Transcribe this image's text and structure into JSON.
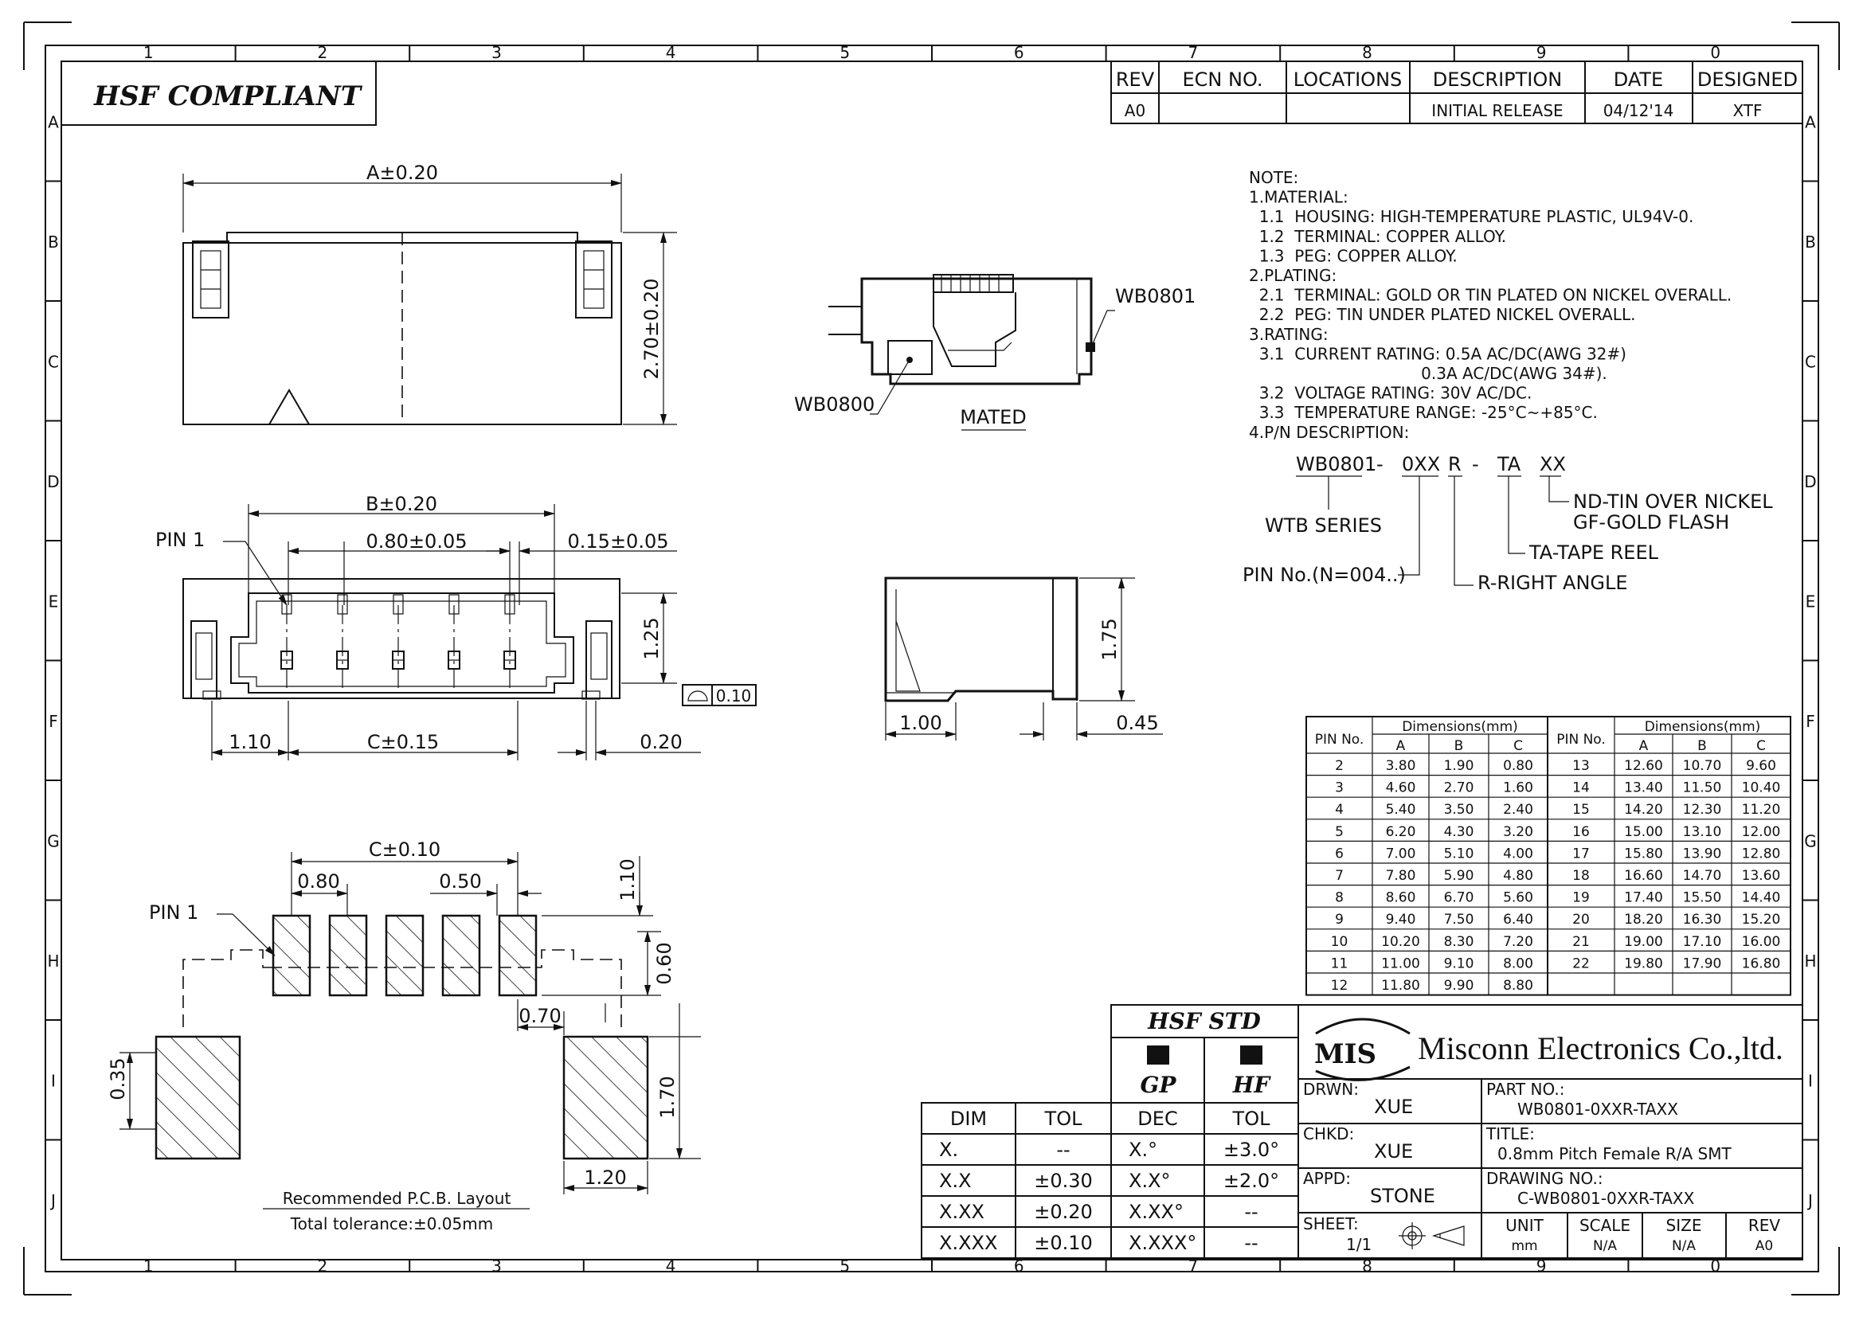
{
  "title_block": {
    "compliance": "HSF COMPLIANT",
    "col_numbers": [
      "1",
      "2",
      "3",
      "4",
      "5",
      "6",
      "7",
      "8",
      "9",
      "0"
    ],
    "row_letters": [
      "A",
      "B",
      "C",
      "D",
      "E",
      "F",
      "G",
      "H",
      "I",
      "J"
    ],
    "revision": {
      "headers": [
        "REV",
        "ECN NO.",
        "LOCATIONS",
        "DESCRIPTION",
        "DATE",
        "DESIGNED"
      ],
      "row": [
        "A0",
        "",
        "",
        "INITIAL RELEASE",
        "04/12'14",
        "XTF"
      ]
    },
    "company": "Misconn Electronics Co.,ltd.",
    "logo_text": "MIS",
    "hsf_std": "HSF STD",
    "gp": "GP",
    "hf": "HF",
    "drwn_label": "DRWN:",
    "drwn": "XUE",
    "chkd_label": "CHKD:",
    "chkd": "XUE",
    "appd_label": "APPD:",
    "appd": "STONE",
    "sheet_label": "SHEET:",
    "sheet": "1/1",
    "part_no_label": "PART NO.:",
    "part_no": "WB0801-0XXR-TAXX",
    "title_label": "TITLE:",
    "title": "0.8mm Pitch Female R/A SMT",
    "drawing_no_label": "DRAWING NO.:",
    "drawing_no": "C-WB0801-0XXR-TAXX",
    "unit_label": "UNIT",
    "unit": "mm",
    "scale_label": "SCALE",
    "scale": "N/A",
    "size_label": "SIZE",
    "size": "N/A",
    "rev_label": "REV",
    "rev": "A0"
  },
  "tolerance_table": {
    "headers": [
      "DIM",
      "TOL",
      "DEC",
      "TOL"
    ],
    "rows": [
      [
        "X.",
        "--",
        "X.°",
        "±3.0°"
      ],
      [
        "X.X",
        "±0.30",
        "X.X°",
        "±2.0°"
      ],
      [
        "X.XX",
        "±0.20",
        "X.XX°",
        "--"
      ],
      [
        "X.XXX",
        "±0.10",
        "X.XXX°",
        "--"
      ]
    ]
  },
  "notes": [
    "NOTE:",
    "1.MATERIAL:",
    "  1.1  HOUSING: HIGH-TEMPERATURE PLASTIC, UL94V-0.",
    "  1.2  TERMINAL: COPPER ALLOY.",
    "  1.3  PEG: COPPER ALLOY.",
    "2.PLATING:",
    "  2.1  TERMINAL: GOLD OR TIN PLATED ON NICKEL OVERALL.",
    "  2.2  PEG: TIN UNDER PLATED NICKEL OVERALL.",
    "3.RATING:",
    "  3.1  CURRENT RATING: 0.5A AC/DC(AWG 32#)",
    "                                  0.3A AC/DC(AWG 34#).",
    "  3.2  VOLTAGE RATING: 30V AC/DC.",
    "  3.3  TEMPERATURE RANGE: -25°C~+85°C.",
    "4.P/N DESCRIPTION:"
  ],
  "pn": {
    "seg1": "WB0801",
    "dash": "-",
    "seg2": "0XX",
    "seg3": "R",
    "seg4": "TA",
    "seg5": "XX",
    "wtb": "WTB SERIES",
    "pinno": "PIN No.(N=004..)",
    "ra": "R-RIGHT ANGLE",
    "ta": "TA-TAPE REEL",
    "nd": "ND-TIN OVER NICKEL",
    "gf": "GF-GOLD FLASH"
  },
  "dims": {
    "a": "A±0.20",
    "h270": "2.70±0.20",
    "b": "B±0.20",
    "p080": "0.80±0.05",
    "p015": "0.15±0.05",
    "pin1": "PIN 1",
    "h125": "1.25",
    "flat": "0.10",
    "d110": "1.10",
    "c015": "C±0.15",
    "d020": "0.20",
    "wb0801": "WB0801",
    "wb0800": "WB0800",
    "mated": "MATED",
    "h175": "1.75",
    "d100": "1.00",
    "d045": "0.45",
    "c010": "C±0.10",
    "d080": "0.80",
    "d050": "0.50",
    "v110": "1.10",
    "v060": "0.60",
    "d070": "0.70",
    "v035": "0.35",
    "v170": "1.70",
    "d120": "1.20",
    "pcb1": "Recommended P.C.B. Layout",
    "pcb2": "Total tolerance:±0.05mm"
  },
  "dim_table": {
    "pin_label": "PIN No.",
    "dim_label": "Dimensions(mm)",
    "cols": [
      "A",
      "B",
      "C"
    ],
    "left": [
      [
        "2",
        "3.80",
        "1.90",
        "0.80"
      ],
      [
        "3",
        "4.60",
        "2.70",
        "1.60"
      ],
      [
        "4",
        "5.40",
        "3.50",
        "2.40"
      ],
      [
        "5",
        "6.20",
        "4.30",
        "3.20"
      ],
      [
        "6",
        "7.00",
        "5.10",
        "4.00"
      ],
      [
        "7",
        "7.80",
        "5.90",
        "4.80"
      ],
      [
        "8",
        "8.60",
        "6.70",
        "5.60"
      ],
      [
        "9",
        "9.40",
        "7.50",
        "6.40"
      ],
      [
        "10",
        "10.20",
        "8.30",
        "7.20"
      ],
      [
        "11",
        "11.00",
        "9.10",
        "8.00"
      ],
      [
        "12",
        "11.80",
        "9.90",
        "8.80"
      ]
    ],
    "right": [
      [
        "13",
        "12.60",
        "10.70",
        "9.60"
      ],
      [
        "14",
        "13.40",
        "11.50",
        "10.40"
      ],
      [
        "15",
        "14.20",
        "12.30",
        "11.20"
      ],
      [
        "16",
        "15.00",
        "13.10",
        "12.00"
      ],
      [
        "17",
        "15.80",
        "13.90",
        "12.80"
      ],
      [
        "18",
        "16.60",
        "14.70",
        "13.60"
      ],
      [
        "19",
        "17.40",
        "15.50",
        "14.40"
      ],
      [
        "20",
        "18.20",
        "16.30",
        "15.20"
      ],
      [
        "21",
        "19.00",
        "17.10",
        "16.00"
      ],
      [
        "22",
        "19.80",
        "17.90",
        "16.80"
      ],
      [
        "",
        "",
        "",
        ""
      ]
    ]
  }
}
